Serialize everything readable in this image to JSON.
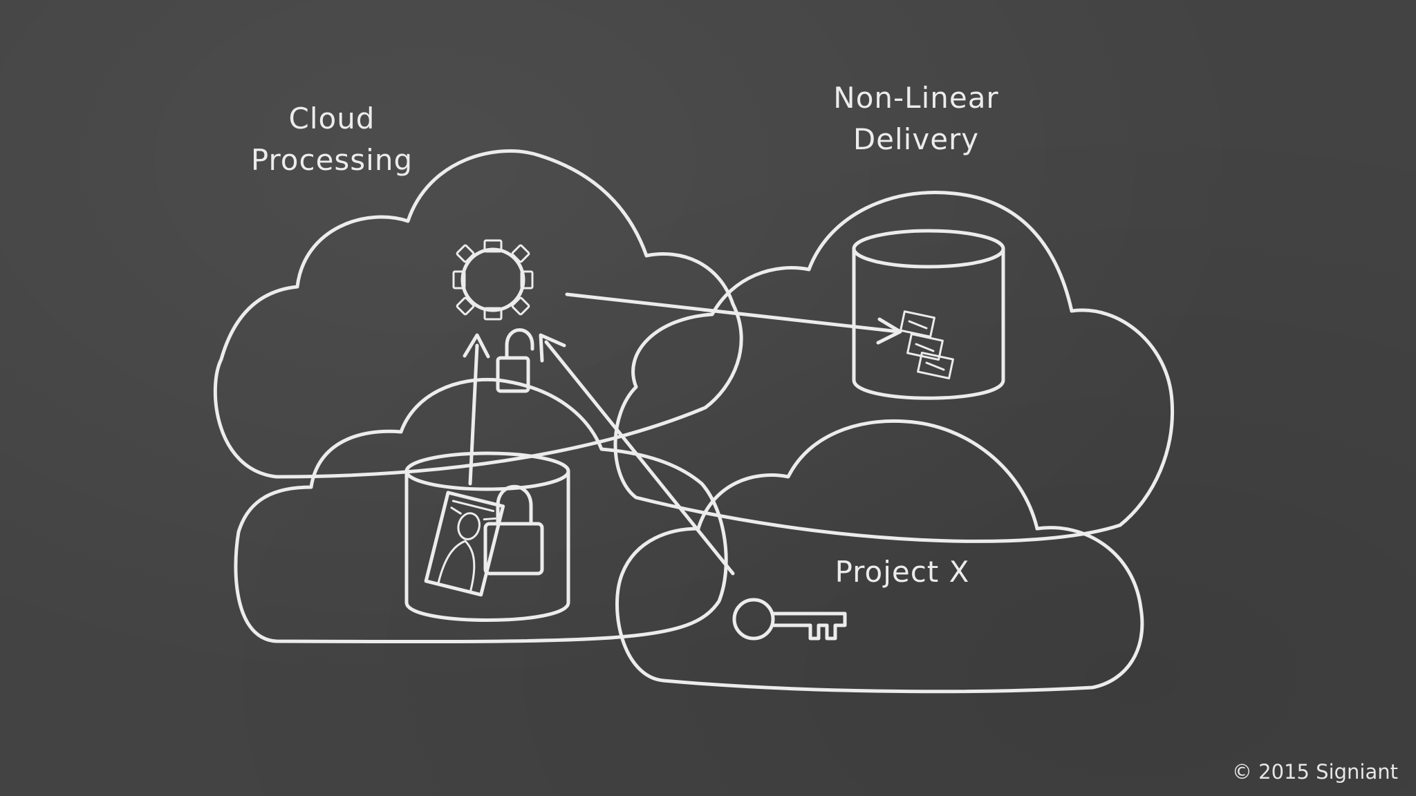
{
  "labels": {
    "cloud_processing_line1": "Cloud",
    "cloud_processing_line2": "Processing",
    "non_linear_line1": "Non-Linear",
    "non_linear_line2": "Delivery",
    "project_x": "Project X"
  },
  "footer": {
    "copyright": "© 2015 Signiant"
  },
  "icons": [
    "cloud-icon",
    "gear-icon",
    "unlocked-padlock-icon",
    "padlock-icon",
    "storage-cylinder-icon",
    "mona-lisa-image-icon",
    "key-icon",
    "arrow-icon",
    "film-frame-icon"
  ],
  "colors": {
    "chalkboard": "#434343",
    "chalk": "#ececec"
  }
}
